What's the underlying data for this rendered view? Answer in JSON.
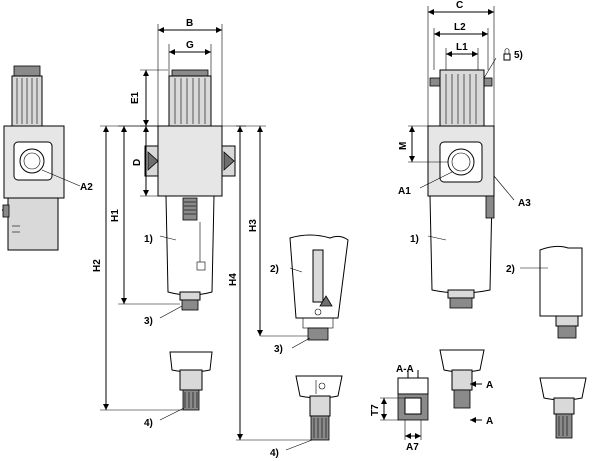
{
  "labels": {
    "B": "B",
    "G": "G",
    "C": "C",
    "L2": "L2",
    "L1": "L1",
    "five": "5)",
    "E1": "E1",
    "D": "D",
    "M": "M",
    "A1": "A1",
    "A2": "A2",
    "A3": "A3",
    "H1": "H1",
    "H2": "H2",
    "H3": "H3",
    "H4": "H4",
    "one_a": "1)",
    "one_b": "1)",
    "two_a": "2)",
    "two_b": "2)",
    "three_a": "3)",
    "three_b": "3)",
    "four_a": "4)",
    "four_b": "4)",
    "AA": "A-A",
    "A_top": "A",
    "A_bottom": "A",
    "T7": "T7",
    "A7": "A7"
  }
}
